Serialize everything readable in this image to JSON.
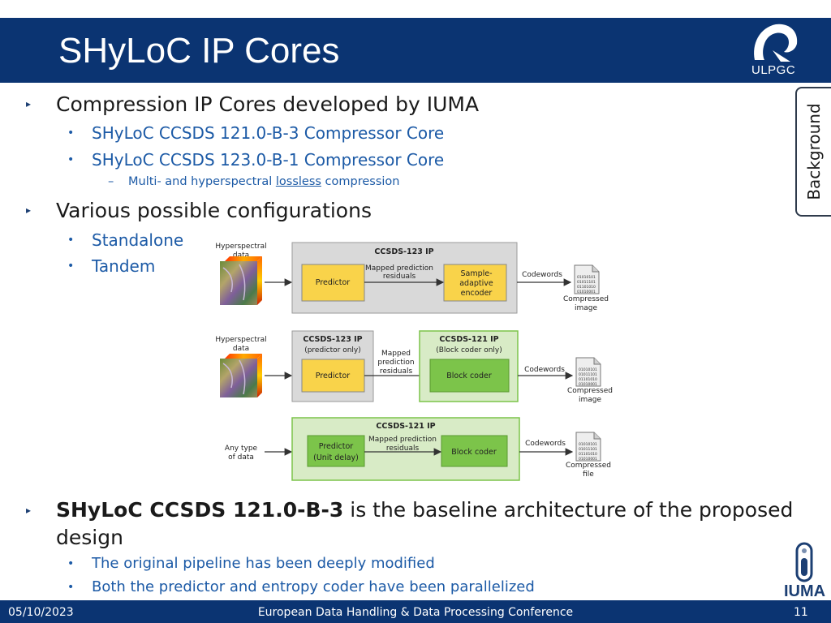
{
  "slide": {
    "title": "SHyLoC IP Cores",
    "logo_text": "ULPGC",
    "side_tab": "Background",
    "iuma_text": "IUMA"
  },
  "bullets": {
    "b1": "Compression IP Cores developed by IUMA",
    "b1_s1": "SHyLoC CCSDS 121.0-B-3 Compressor Core",
    "b1_s2": "SHyLoC CCSDS 123.0-B-1 Compressor Core",
    "b1_s2_pre": "Multi- and hyperspectral ",
    "b1_s2_underlined": "lossless",
    "b1_s2_post": " compression",
    "b2": "Various possible configurations",
    "b2_s1": "Standalone",
    "b2_s2": "Tandem",
    "b3_bold": "SHyLoC CCSDS 121.0-B-3",
    "b3_rest": " is the baseline architecture of the proposed",
    "b3_line2": "design",
    "b3_s1": "The original pipeline has been deeply modified",
    "b3_s2": "Both the predictor and entropy coder have been parallelized"
  },
  "diagram": {
    "d1": {
      "input_l1": "Hyperspectral",
      "input_l2": "data",
      "ip_title": "CCSDS-123 IP",
      "predictor": "Predictor",
      "mapped_l1": "Mapped prediction",
      "mapped_l2": "residuals",
      "encoder_l1": "Sample-",
      "encoder_l2": "adaptive",
      "encoder_l3": "encoder",
      "codewords": "Codewords",
      "out_l1": "Compressed",
      "out_l2": "image"
    },
    "d2": {
      "input_l1": "Hyperspectral",
      "input_l2": "data",
      "ip_a_title": "CCSDS-123 IP",
      "ip_a_sub": "(predictor only)",
      "predictor": "Predictor",
      "mapped_l1": "Mapped",
      "mapped_l2": "prediction",
      "mapped_l3": "residuals",
      "ip_b_title": "CCSDS-121 IP",
      "ip_b_sub": "(Block coder only)",
      "block_coder": "Block coder",
      "codewords": "Codewords",
      "out_l1": "Compressed",
      "out_l2": "image"
    },
    "d3": {
      "input_l1": "Any type",
      "input_l2": "of data",
      "ip_title": "CCSDS-121 IP",
      "predictor_l1": "Predictor",
      "predictor_l2": "(Unit delay)",
      "mapped_l1": "Mapped prediction",
      "mapped_l2": "residuals",
      "block_coder": "Block coder",
      "codewords": "Codewords",
      "out_l1": "Compressed",
      "out_l2": "file"
    },
    "binary": [
      "01010101",
      "01011101",
      "01101010",
      "01010001"
    ]
  },
  "footer": {
    "date": "05/10/2023",
    "conference": "European Data Handling & Data Processing Conference",
    "page": "11"
  },
  "colors": {
    "navy": "#0b3472",
    "text_blue": "#1c5aa6",
    "ip_gray": "#d9d9d9",
    "block_yellow": "#f9d34a",
    "green_light": "#d8ebc6",
    "green_dark": "#7cc44a"
  }
}
